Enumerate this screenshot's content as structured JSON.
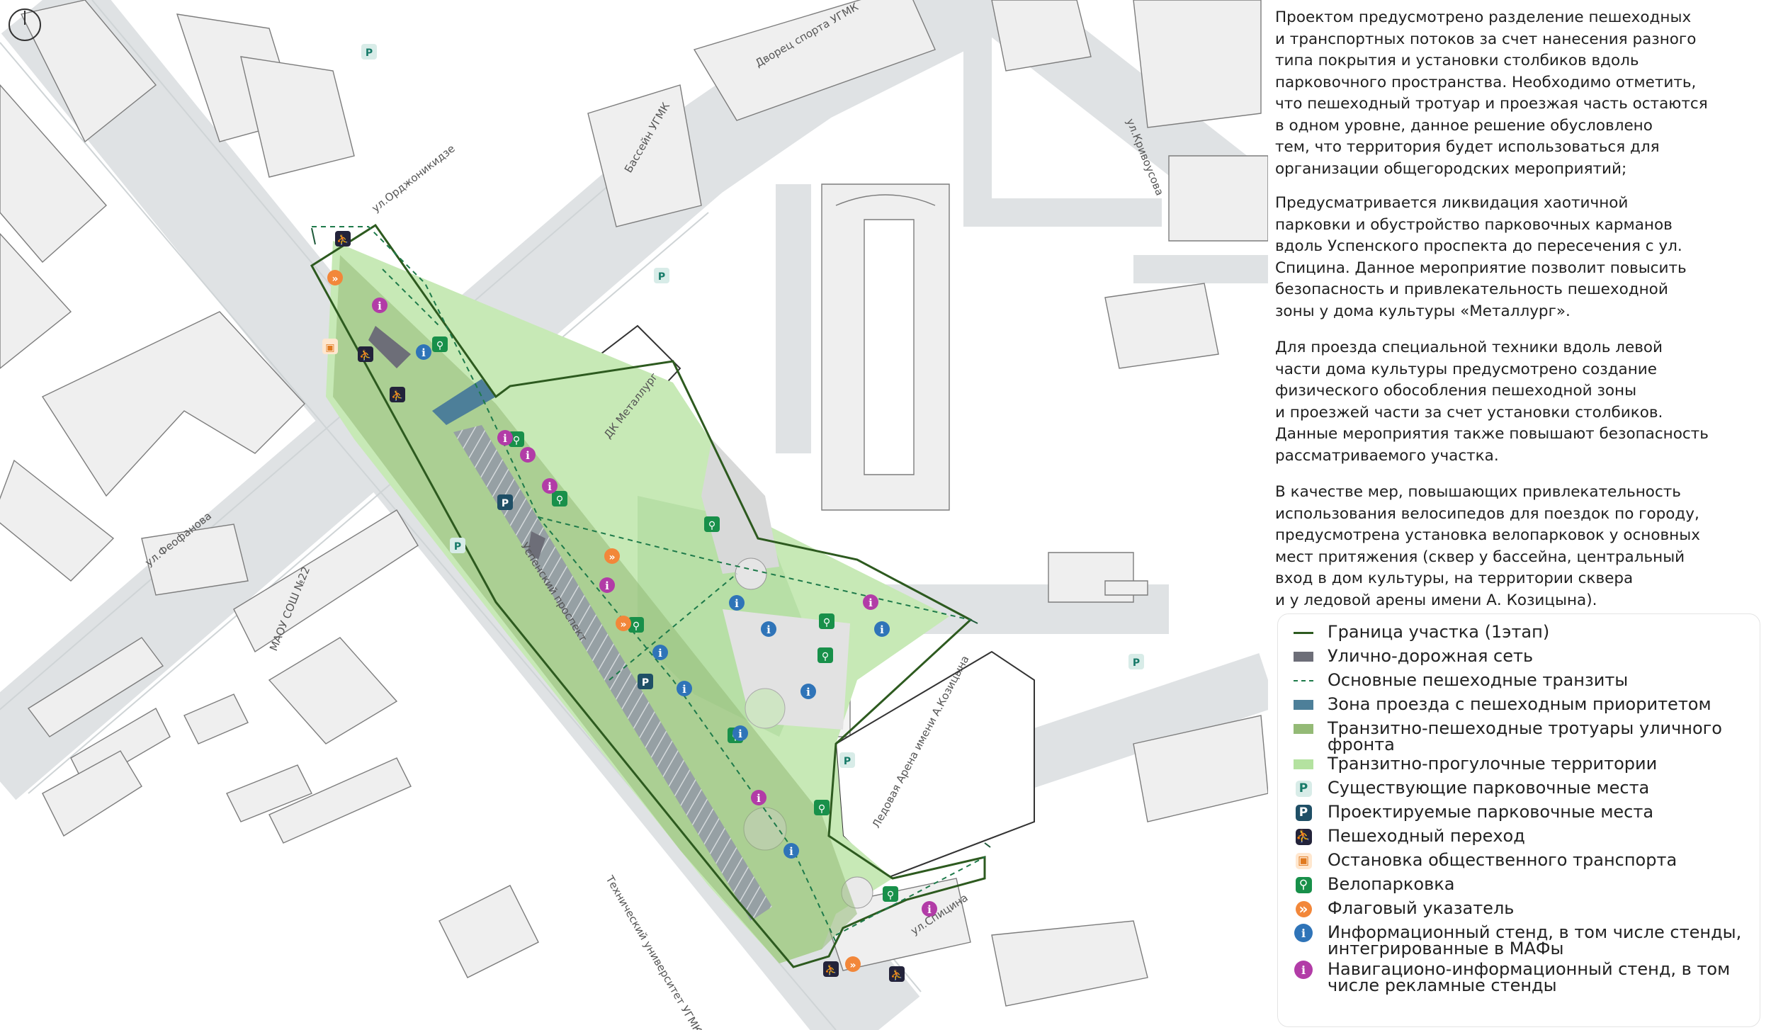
{
  "street_labels": {
    "ordzhonikidze": "ул.Орджоникидзе",
    "krivousova": "ул.Кривоусова",
    "feofanova": "ул.Феофанова",
    "uspensky": "Успенский проспект",
    "spicina": "ул.Спицина"
  },
  "building_labels": {
    "sport_palace": "Дворец спорта УГМК",
    "pool": "Бассейн УГМК",
    "dk": "ДК Металлург",
    "arena": "Ледовая Арена имени А.Козицына",
    "school": "МАОУ СОШ №22",
    "university": "Технический университет УГМК"
  },
  "description": [
    [
      "Проектом предусмотрено разделение пешеходных",
      "и транспортных потоков за счет нанесения разного",
      "типа покрытия и установки столбиков вдоль",
      "парковочного пространства. Необходимо отметить,",
      "что пешеходный тротуар и проезжая часть остаются",
      "в одном уровне, данное решение обусловлено",
      "тем, что территория будет использоваться для",
      "организации общегородских мероприятий;"
    ],
    [
      "Предусматривается ликвидация хаотичной",
      "парковки и обустройство парковочных карманов",
      "вдоль Успенского проспекта до пересечения с ул.",
      "Спицина. Данное мероприятие позволит повысить",
      "безопасность и привлекательность пешеходной",
      "зоны у дома культуры «Металлург»."
    ],
    [
      "Для проезда специальной техники вдоль левой",
      "части дома культуры предусмотрено создание",
      "физического обособления пешеходной зоны",
      "и проезжей части за счет установки столбиков.",
      "Данные мероприятия также повышают безопасность",
      "рассматриваемого участка."
    ],
    [
      "В качестве мер, повышающих привлекательность",
      "использования велосипедов для поездок по городу,",
      "предусмотрена установка велопарковок у основных",
      "мест притяжения (сквер у бассейна, центральный",
      "вход в дом культуры, на территории сквера",
      "и у ледовой арены имени А. Козицына)."
    ]
  ],
  "legend": [
    {
      "kind": "line",
      "color": "#2d5a1f",
      "label": "Граница участка (1этап)"
    },
    {
      "kind": "bar",
      "color": "#6d6e78",
      "label": "Улично-дорожная сеть"
    },
    {
      "kind": "dash",
      "color": "#1e7a4a",
      "label": "Основные пешеходные транзиты"
    },
    {
      "kind": "bar",
      "color": "#4d7f99",
      "label": "Зона проезда с пешеходным приоритетом"
    },
    {
      "kind": "bar",
      "color": "#94ba76",
      "label": "Транзитно-пешеходные тротуары уличного фронта"
    },
    {
      "kind": "bar",
      "color": "#b4e2a0",
      "label": "Транзитно-прогулочные территории"
    },
    {
      "kind": "sq",
      "bg": "#d8ece8",
      "fg": "#167a68",
      "glyph": "P",
      "label": "Существующие парковочные места"
    },
    {
      "kind": "sq",
      "bg": "#1f4f66",
      "fg": "#ffffff",
      "glyph": "P",
      "label": "Проектируемые парковочные места"
    },
    {
      "kind": "sq",
      "bg": "#23233a",
      "fg": "#ffffff",
      "glyph": "⛹",
      "label": "Пешеходный переход"
    },
    {
      "kind": "sq",
      "bg": "#ffe7cf",
      "fg": "#e07a20",
      "glyph": "▣",
      "label": "Остановка общественного транспорта"
    },
    {
      "kind": "sq",
      "bg": "#18904a",
      "fg": "#ffffff",
      "glyph": "⚲",
      "label": "Велопарковка"
    },
    {
      "kind": "flag",
      "bg": "#f2873a",
      "fg": "#ffffff",
      "glyph": "»",
      "label": "Флаговый указатель"
    },
    {
      "kind": "cir",
      "bg": "#2f74b8",
      "fg": "#ffffff",
      "glyph": "i",
      "label": "Информационный стенд, в том числе стенды, интегрированные в МАФы"
    },
    {
      "kind": "cir",
      "bg": "#b23ca7",
      "fg": "#ffffff",
      "glyph": "i",
      "label": "Навигационо-информационный стенд, в том числе рекламные стенды"
    }
  ]
}
